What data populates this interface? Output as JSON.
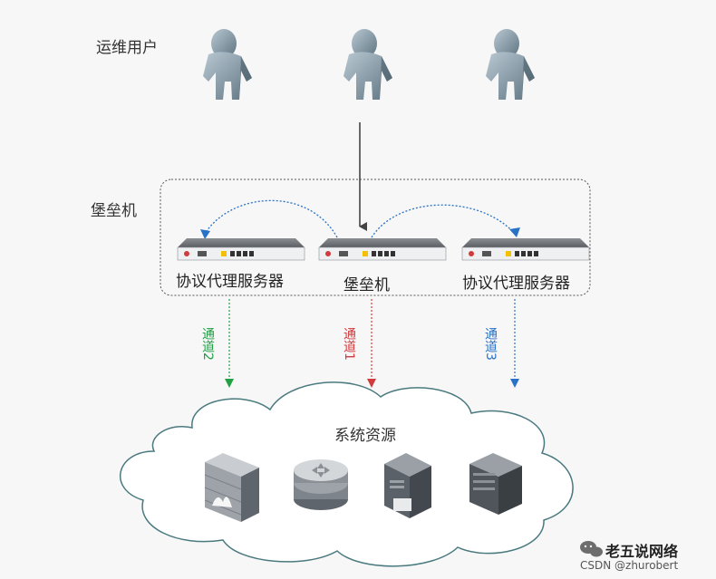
{
  "labels": {
    "users": "运维用户",
    "bastion_group": "堡垒机",
    "proxy_left": "协议代理服务器",
    "bastion_device": "堡垒机",
    "proxy_right": "协议代理服务器",
    "resources": "系统资源"
  },
  "channels": [
    {
      "name": "通道",
      "num": "2",
      "color": "#22a046"
    },
    {
      "name": "通道",
      "num": "1",
      "color": "#d23b3b"
    },
    {
      "name": "通道",
      "num": "3",
      "color": "#2a72c6"
    }
  ],
  "watermark": {
    "account": "老五说网络",
    "source": "CSDN @zhurobert"
  },
  "icons": {
    "users": [
      "user-icon",
      "user-icon",
      "user-icon"
    ],
    "resources": [
      "firewall-icon",
      "router-icon",
      "server-tower-icon",
      "server-icon"
    ]
  }
}
